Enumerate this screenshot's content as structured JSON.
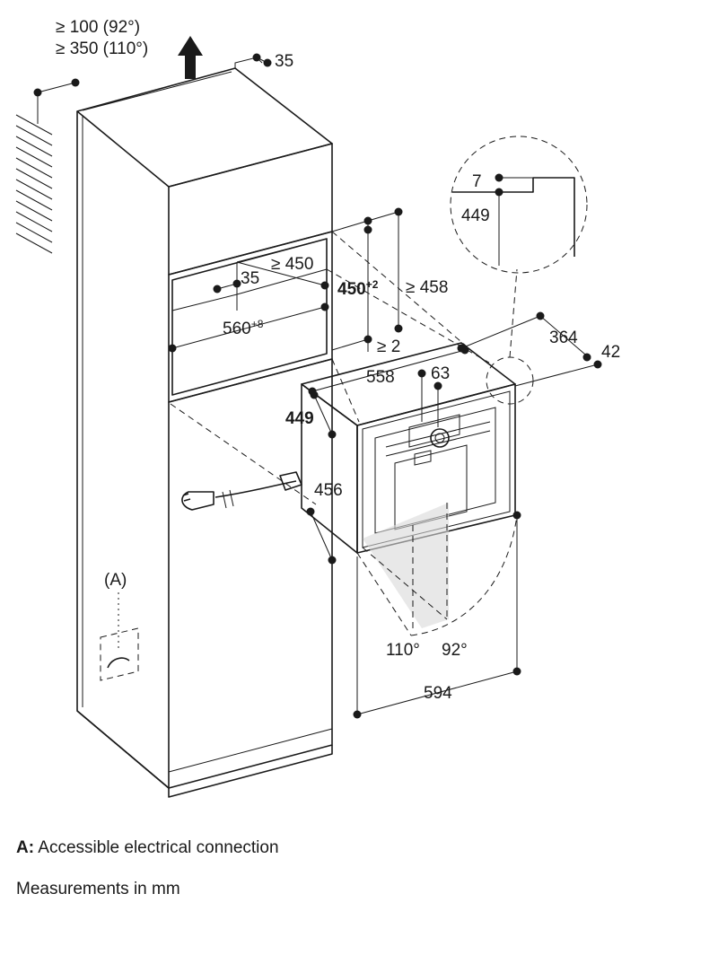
{
  "top_clearance": {
    "line1": "≥ 100 (92°)",
    "line2": "≥ 350 (110°)"
  },
  "cabinet": {
    "side_gap": "35",
    "niche_width": "560",
    "niche_width_tol": "+8",
    "niche_height": "450",
    "niche_height_tol": "+2",
    "niche_depth": "≥ 450",
    "rear_gap": "35",
    "front_height": "≥ 458",
    "gap_below": "≥ 2",
    "connection_marker": "(A)"
  },
  "appliance": {
    "body_width": "558",
    "top_offset": "63",
    "side_depth": "449",
    "body_height": "456",
    "front_width": "594",
    "depth_total": "364",
    "panel_thickness": "42",
    "door_angle_1": "110°",
    "door_angle_2": "92°"
  },
  "detail": {
    "gap": "7",
    "depth": "449"
  },
  "legend": {
    "a_key": "A:",
    "a_text": "Accessible electrical connection",
    "units": "Measurements in mm"
  }
}
